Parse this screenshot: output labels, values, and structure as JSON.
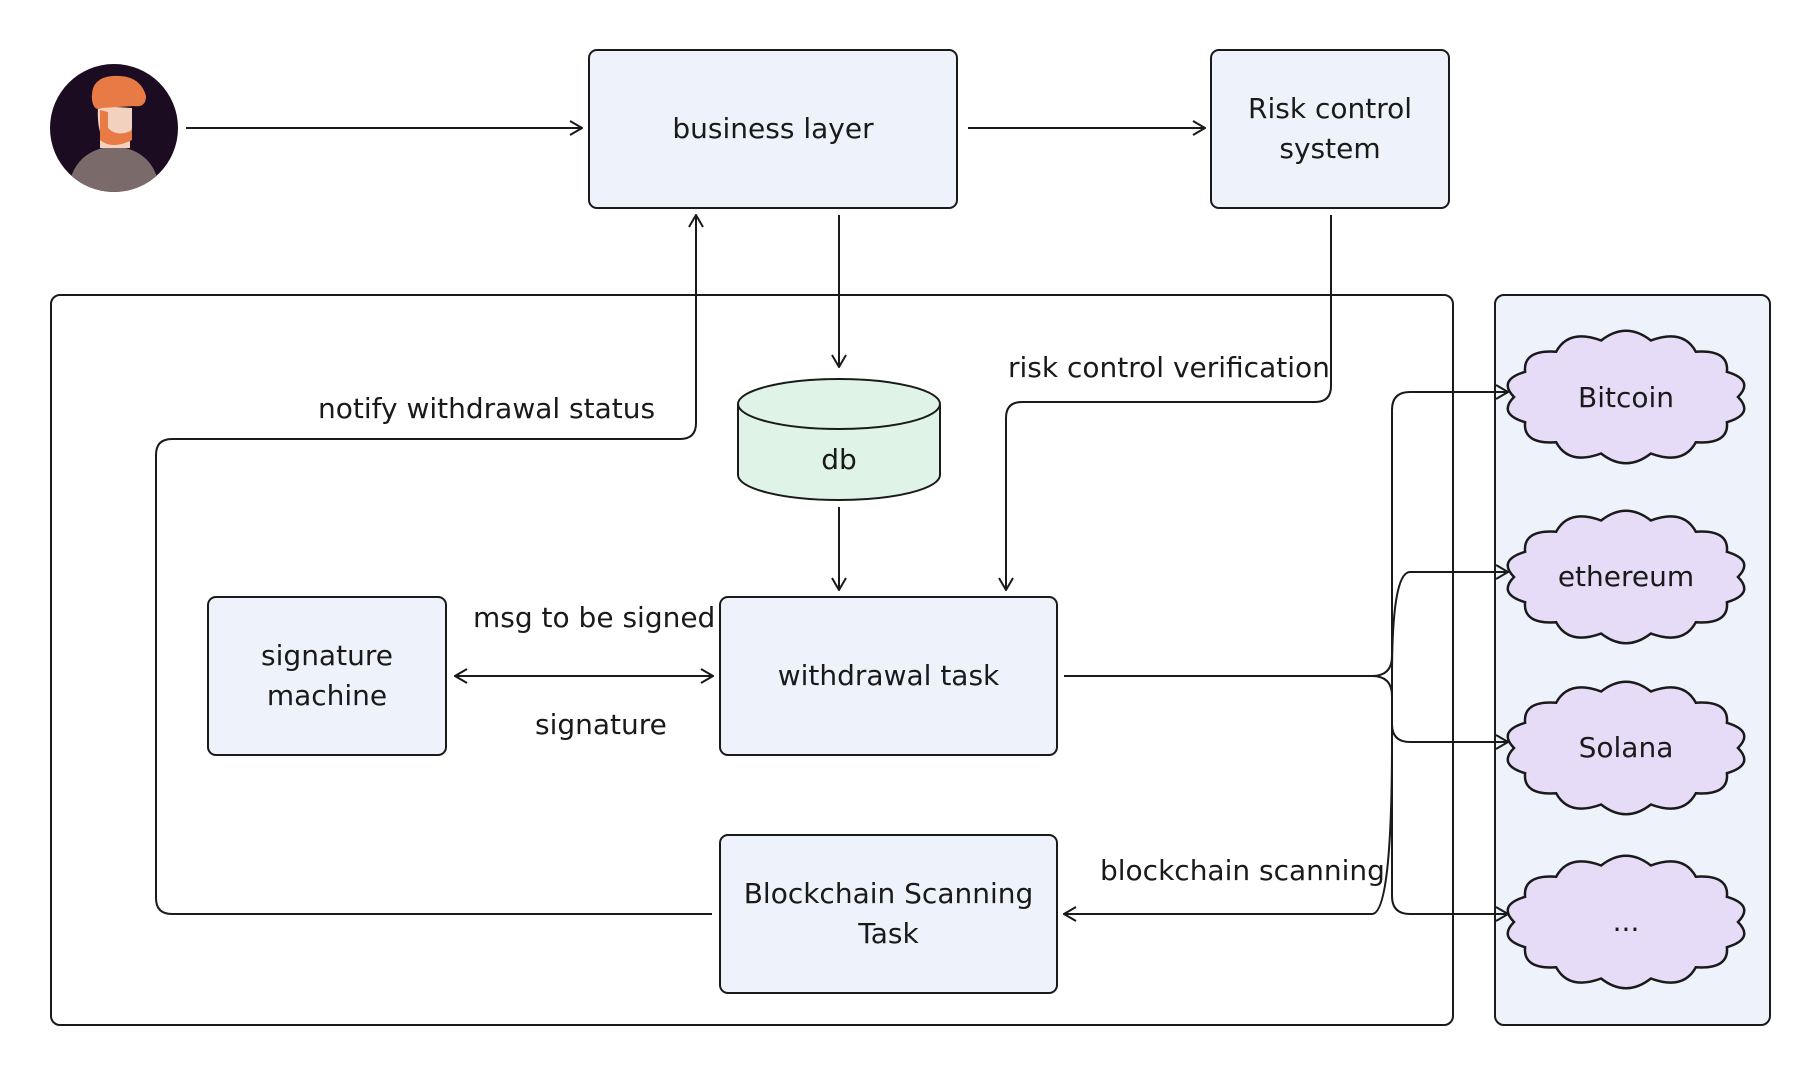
{
  "nodes": {
    "business_layer": "business layer",
    "risk_control_line1": "Risk control",
    "risk_control_line2": "system",
    "db": "db",
    "signature_machine_line1": "signature",
    "signature_machine_line2": "machine",
    "withdrawal_task": "withdrawal task",
    "blockchain_scanning_line1": "Blockchain Scanning",
    "blockchain_scanning_line2": "Task"
  },
  "edges": {
    "notify_withdrawal_status": "notify withdrawal status",
    "risk_control_verification": "risk control verification",
    "msg_to_be_signed": "msg to be signed",
    "signature": "signature",
    "blockchain_scanning": "blockchain scanning"
  },
  "chains": [
    "Bitcoin",
    "ethereum",
    "Solana",
    "..."
  ],
  "colors": {
    "box_fill": "#eef2fb",
    "db_fill": "#dff4e6",
    "cloud_fill": "#e6dcf7",
    "chain_panel_fill": "#eef2fb",
    "stroke": "#1a1a1a",
    "avatar_bg": "#1c0c22",
    "avatar_hair": "#e87a45",
    "avatar_body": "#7a6a6a"
  },
  "icons": {
    "user": "user-avatar-icon"
  }
}
